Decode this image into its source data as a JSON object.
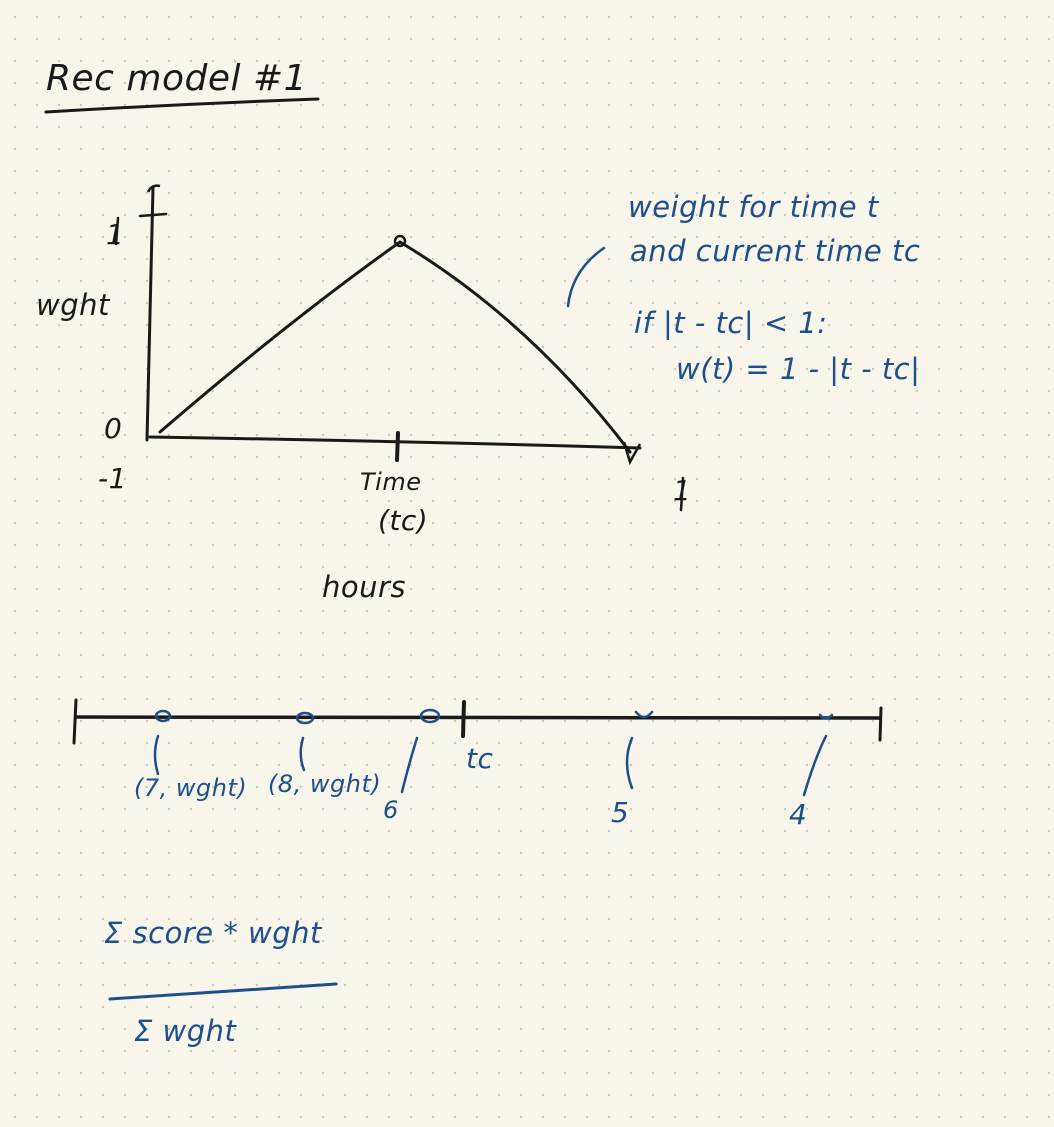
{
  "title": "Rec model #1",
  "graph": {
    "y_axis_label": "wght",
    "y_tick_top": "1",
    "y_tick_bottom": "0",
    "x_left": "-1",
    "x_right": "1",
    "x_center_label": "Time",
    "x_center_sub": "(tc)",
    "x_unit": "hours"
  },
  "annotation": {
    "line1": "weight for time t",
    "line2": "and current time tc",
    "line3": "if |t - tc| < 1:",
    "line4": "w(t) = 1 - |t - tc|"
  },
  "timeline": {
    "center_label": "tc",
    "point_labels": [
      "(7, wght)",
      "(8, wght)",
      "6",
      "5",
      "4"
    ]
  },
  "formula": {
    "numerator": "Σ score * wght",
    "denominator": "Σ wght"
  },
  "colors": {
    "black_ink": "#1a1a1a",
    "blue_ink": "#1f4e8c",
    "paper": "#f8f6ea"
  }
}
